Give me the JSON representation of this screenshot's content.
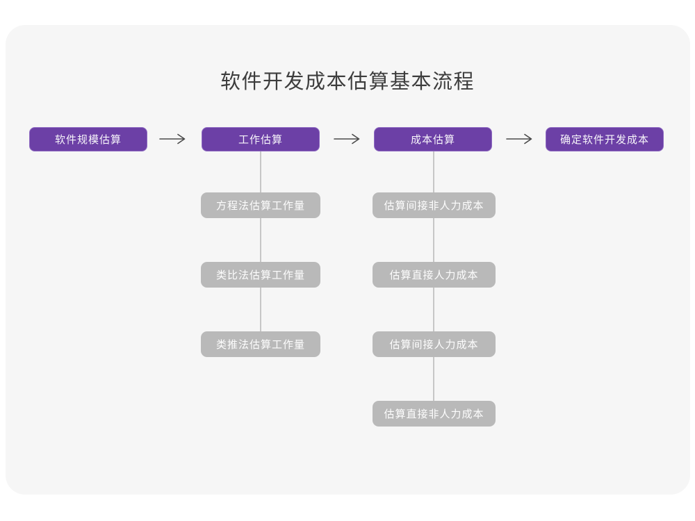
{
  "title": "软件开发成本估算基本流程",
  "flow": {
    "stages": [
      {
        "label": "软件规模估算"
      },
      {
        "label": "工作估算"
      },
      {
        "label": "成本估算"
      },
      {
        "label": "确定软件开发成本"
      }
    ],
    "work_substeps": [
      {
        "label": "方程法估算工作量"
      },
      {
        "label": "类比法估算工作量"
      },
      {
        "label": "类推法估算工作量"
      }
    ],
    "cost_substeps": [
      {
        "label": "估算间接非人力成本"
      },
      {
        "label": "估算直接人力成本"
      },
      {
        "label": "估算间接人力成本"
      },
      {
        "label": "估算直接非人力成本"
      }
    ]
  },
  "icons": {
    "arrow_right": "→"
  },
  "colors": {
    "page_bg": "#ffffff",
    "card_bg": "#f6f6f6",
    "stage_fill": "#6c40a6",
    "stage_border": "#8f6bc2",
    "substep_fill": "#b9b9b9",
    "connector": "#c7c7c7",
    "arrow": "#4a4a4a",
    "title_color": "#3d3d3d"
  }
}
